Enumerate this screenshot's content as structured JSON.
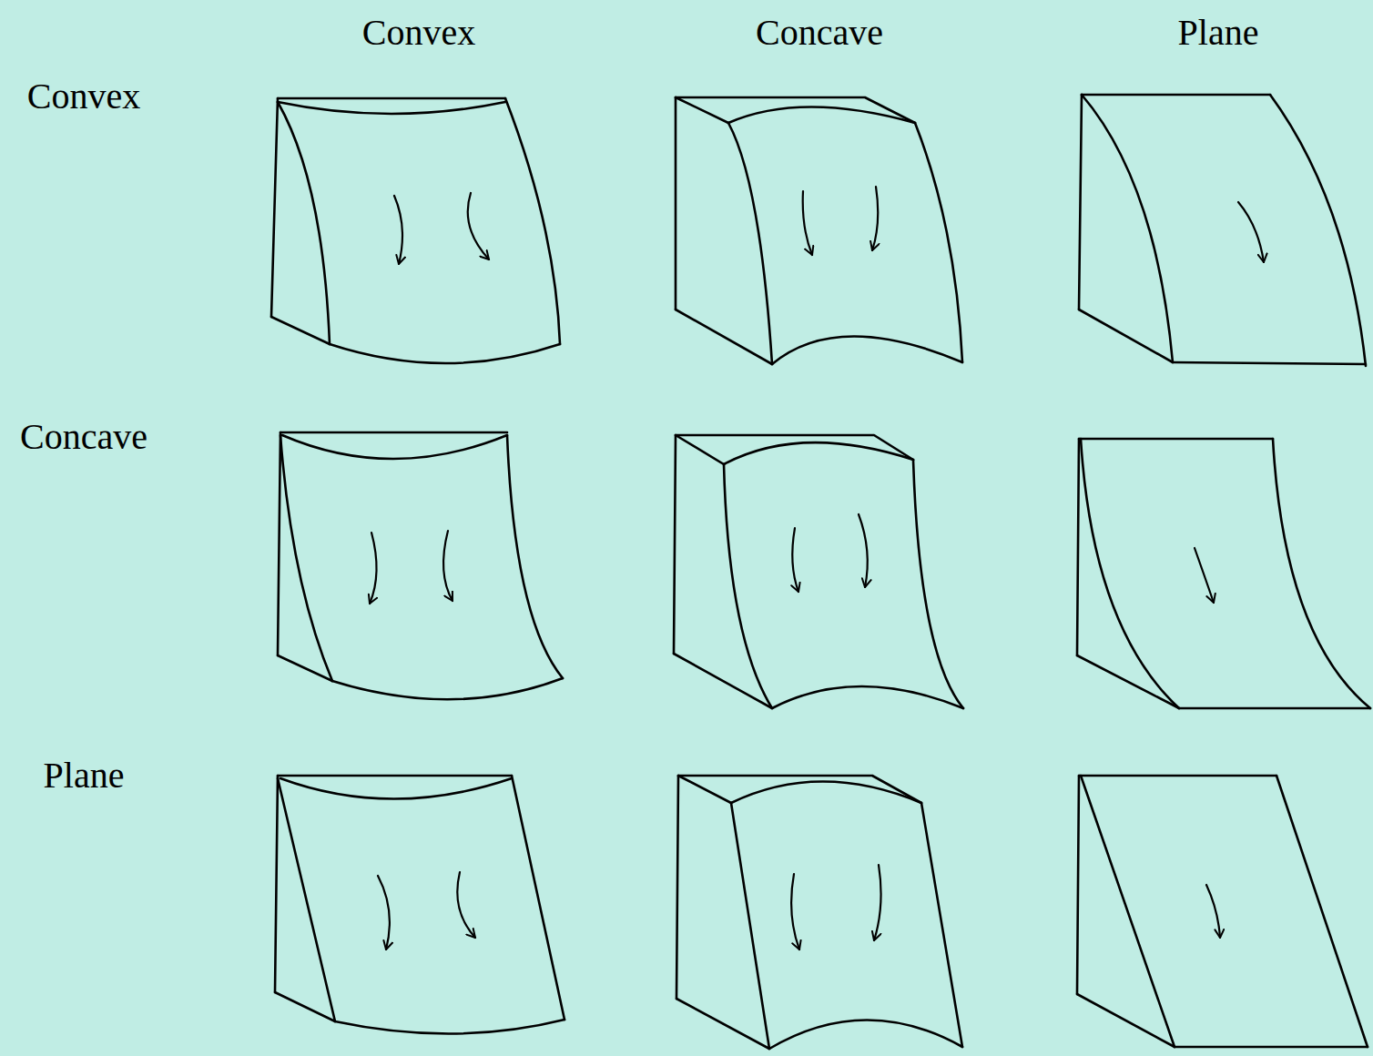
{
  "diagram": {
    "labels": [
      "Convex",
      "Concave",
      "Plane",
      "Convex",
      "Concave",
      "Plane"
    ]
  }
}
